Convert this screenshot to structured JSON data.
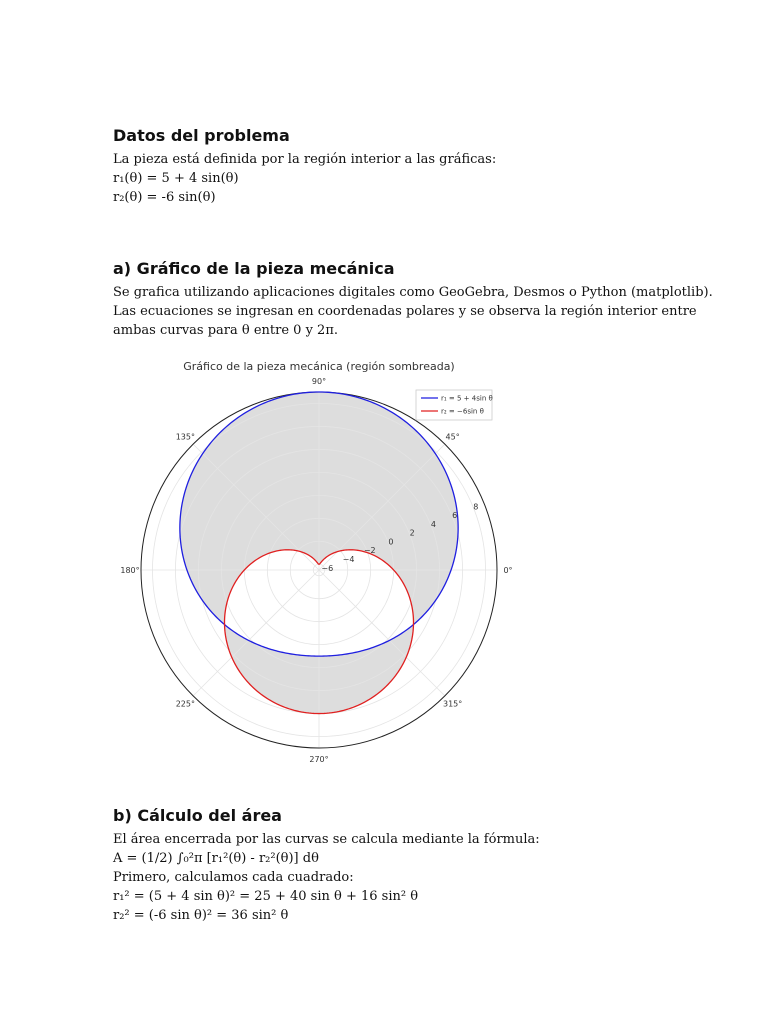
{
  "section1": {
    "heading": "Datos del problema",
    "lines": [
      "La pieza está definida por la región interior a las gráficas:",
      "r₁(θ) = 5 + 4 sin(θ)",
      "r₂(θ) = -6 sin(θ)"
    ]
  },
  "section2": {
    "heading": "a) Gráfico de la pieza mecánica",
    "lines": [
      "Se grafica utilizando aplicaciones digitales como GeoGebra, Desmos o Python (matplotlib).",
      "Las ecuaciones se ingresan en coordenadas polares y se observa la región interior entre",
      "ambas curvas para θ entre 0 y 2π."
    ]
  },
  "section3": {
    "heading": "b) Cálculo del área",
    "lines": [
      "El área encerrada por las curvas se calcula mediante la fórmula:",
      "A = (1/2) ∫₀²π [r₁²(θ) - r₂²(θ)] dθ",
      "Primero, calculamos cada cuadrado:",
      "r₁² = (5 + 4 sin θ)² = 25 + 40 sin θ + 16 sin² θ",
      "r₂² = (-6 sin θ)² = 36 sin² θ"
    ]
  },
  "chart_data": {
    "type": "polar-line",
    "title": "Gráfico de la pieza mecánica (región sombreada)",
    "theta_unit": "degrees",
    "angle_ticks": [
      "0°",
      "45°",
      "90°",
      "135°",
      "180°",
      "225°",
      "270°",
      "315°"
    ],
    "radial_ticks": [
      -6,
      -4,
      -2,
      0,
      2,
      4,
      6,
      8
    ],
    "rlim": [
      -6.5,
      9
    ],
    "grid": true,
    "legend_position": "top-right",
    "legend_labels": [
      "r₁ = 5 + 4sin θ",
      "r₂ = −6sin θ"
    ],
    "series": [
      {
        "name": "r₁ = 5 + 4sin θ",
        "equation": "5 + 4*sin(theta)",
        "color": "#1f1fe0"
      },
      {
        "name": "r₂ = −6sin θ",
        "equation": "-6*sin(theta)",
        "color": "#e02020"
      }
    ],
    "shaded_region": {
      "description_equation": "between r1 and r2",
      "color": "#dddddd"
    }
  }
}
